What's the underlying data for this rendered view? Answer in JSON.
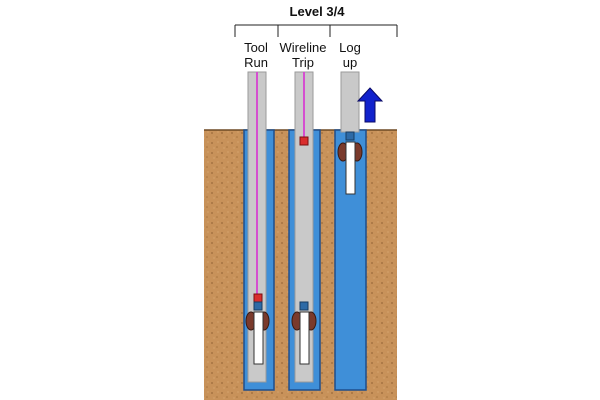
{
  "title": "Level 3/4",
  "columns": [
    {
      "line1": "Tool",
      "line2": "Run"
    },
    {
      "line1": "Wireline",
      "line2": "Trip"
    },
    {
      "line1": "Log",
      "line2": "up"
    }
  ],
  "colors": {
    "soil": "#c8925a",
    "soil_dark": "#9c6a3b",
    "well_blue": "#3f8fd8",
    "well_border": "#1f4e8c",
    "pipe_gray": "#c9c9c9",
    "wireline": "#d54fd0",
    "tool_red": "#d92d2d",
    "packer_brown": "#7a3a2c",
    "arrow_blue": "#1122cc"
  }
}
